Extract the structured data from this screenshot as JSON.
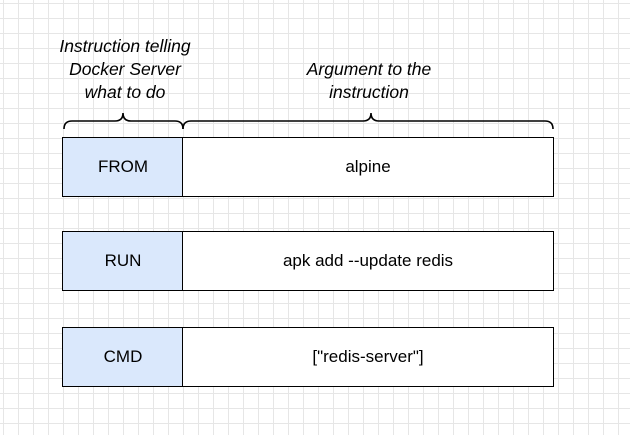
{
  "labels": {
    "instruction": "Instruction telling\nDocker Server\nwhat to do",
    "argument": "Argument to the\ninstruction"
  },
  "colors": {
    "instruction_fill": "#dae8fc",
    "argument_fill": "#ffffff",
    "stroke": "#000000"
  },
  "rows": [
    {
      "instruction": "FROM",
      "argument": "alpine"
    },
    {
      "instruction": "RUN",
      "argument": "apk add --update redis"
    },
    {
      "instruction": "CMD",
      "argument": "[\"redis-server\"]"
    }
  ]
}
